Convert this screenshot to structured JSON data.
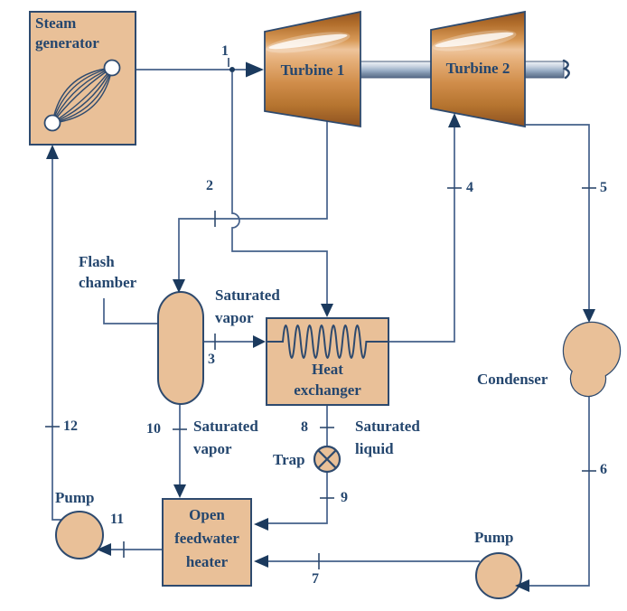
{
  "palette": {
    "component_fill": "#e9c098",
    "outline_navy": "#2e4a6e",
    "pipe_color": "#44608a",
    "arrow_color": "#1b3a5e",
    "text_color": "#24466e",
    "turbine_dark": "#8d5120",
    "turbine_light": "#eec49b",
    "shaft_light": "#f0f3f7",
    "shaft_dark": "#5a6f8d",
    "background": "#ffffff"
  },
  "components": {
    "steam_generator": {
      "label": "Steam\ngenerator"
    },
    "turbine_1": {
      "label": "Turbine 1"
    },
    "turbine_2": {
      "label": "Turbine 2"
    },
    "flash_chamber": {
      "label": "Flash\nchamber"
    },
    "heat_exchanger": {
      "label": "Heat\nexchanger"
    },
    "condenser": {
      "label": "Condenser"
    },
    "open_feedwater_heater": {
      "label": "Open\nfeedwater\nheater"
    },
    "pump_left": {
      "label": "Pump"
    },
    "pump_right": {
      "label": "Pump"
    },
    "trap": {
      "label": "Trap"
    }
  },
  "stream_labels": {
    "saturated_vapor_state3": "Saturated\nvapor",
    "saturated_vapor_state10": "Saturated\nvapor",
    "saturated_liquid_state8": "Saturated\nliquid"
  },
  "state_points": {
    "p1": "1",
    "p2": "2",
    "p3": "3",
    "p4": "4",
    "p5": "5",
    "p6": "6",
    "p7": "7",
    "p8": "8",
    "p9": "9",
    "p10": "10",
    "p11": "11",
    "p12": "12"
  }
}
